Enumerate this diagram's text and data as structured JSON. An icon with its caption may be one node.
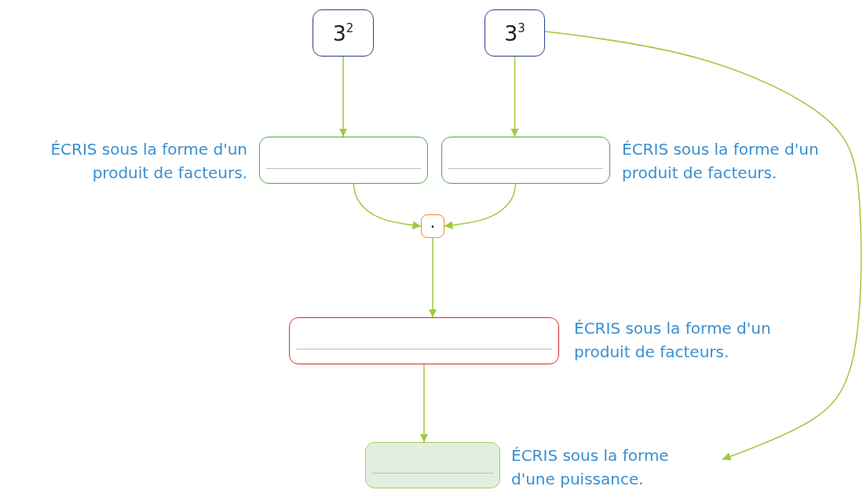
{
  "diagram": {
    "nodes": [
      {
        "text": [
          "3$^{2}$"
        ]
      },
      {
        "text": [
          "3$^{3}$"
        ]
      },
      {
        "text": [],
        "shape": "box",
        "beside": [
          "ÉCRIS sous la forme d'un produit de facteurs."
        ]
      },
      {
        "text": [],
        "shape": "box",
        "beside": [
          "ÉCRIS sous la forme d'un produit de facteurs."
        ]
      },
      {
        "text": [
          "·"
        ]
      },
      {
        "text": [],
        "shape": "box",
        "beside": [
          "ÉCRIS sous la forme d'un produit de facteurs."
        ]
      },
      {
        "text": [],
        "shape": "box",
        "beside": [
          "ÉCRIS sous la forme d'une puissance."
        ]
      }
    ],
    "edges": [
      {
        "from": 0,
        "to": 2,
        "arrow": "to"
      },
      {
        "from": 1,
        "to": 3,
        "arrow": "to"
      },
      {
        "from": 2,
        "to": 4,
        "arrow": "to"
      },
      {
        "from": 3,
        "to": 4,
        "arrow": "to"
      },
      {
        "from": 4,
        "to": 5,
        "arrow": "to"
      },
      {
        "from": 5,
        "to": 6,
        "arrow": "to"
      },
      {
        "from": 1,
        "to": 6,
        "arrow": "to"
      }
    ]
  }
}
